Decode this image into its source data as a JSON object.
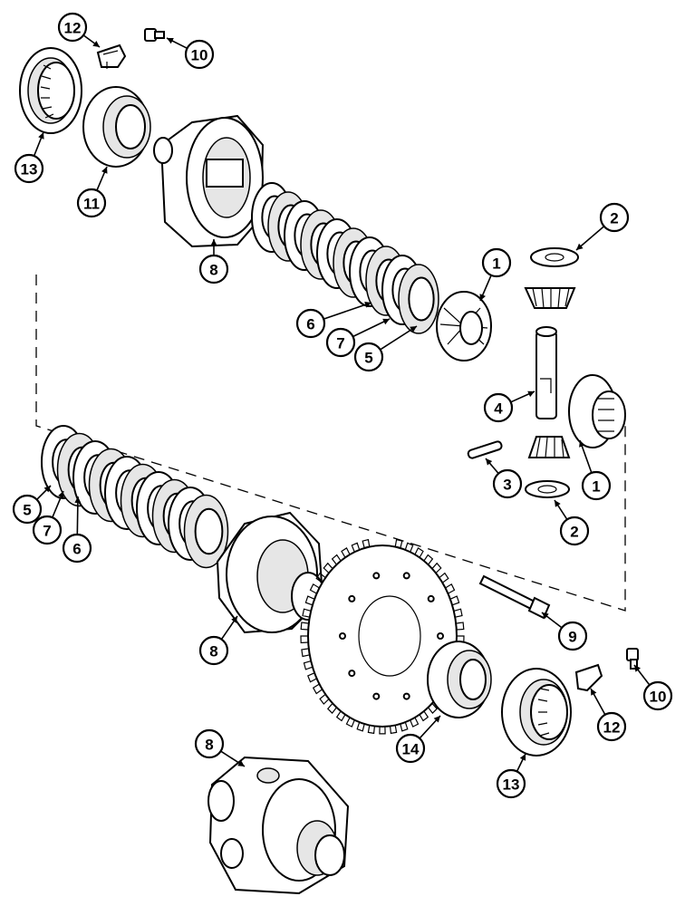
{
  "callouts": {
    "c13a": "13",
    "c12a": "12",
    "c10a": "10",
    "c11": "11",
    "c8a": "8",
    "c2a": "2",
    "c1a": "1",
    "c6a": "6",
    "c7a": "7",
    "c5a": "5",
    "c4": "4",
    "c3": "3",
    "c1b": "1",
    "c2b": "2",
    "c5b": "5",
    "c7b": "7",
    "c6b": "6",
    "c8b": "8",
    "c9": "9",
    "c10b": "10",
    "c12b": "12",
    "c14": "14",
    "c13b": "13",
    "c8c": "8"
  }
}
